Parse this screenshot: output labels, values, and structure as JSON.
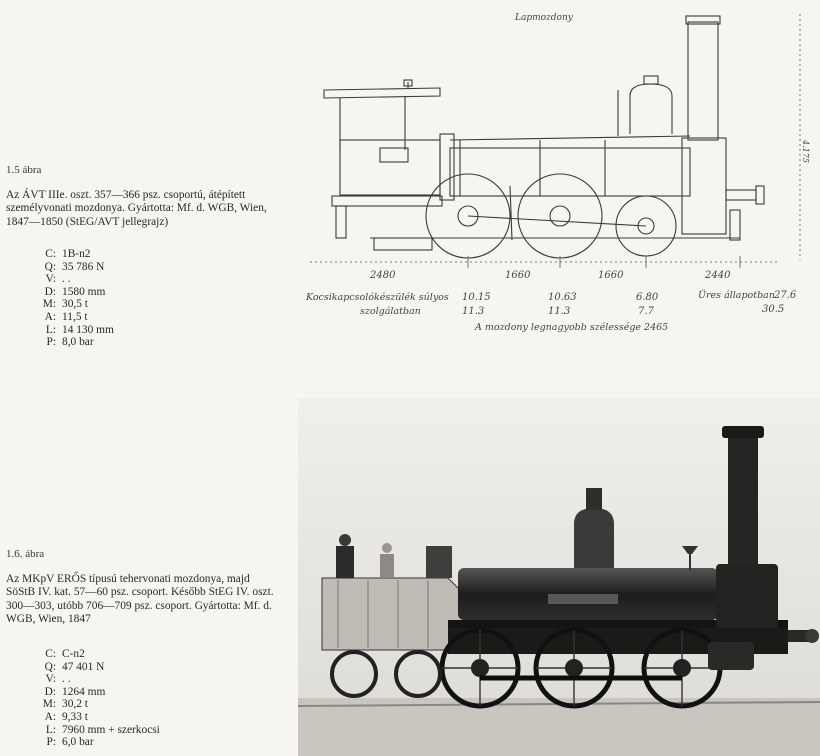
{
  "fig1": {
    "number": "1.5 ábra",
    "caption": "Az ÁVT IIIe. oszt. 357—366 psz. csoportú, átépített személyvonati mozdonya. Gyártotta: Mf. d. WGB, Wien, 1847—1850 (StEG/AVT jellegrajz)",
    "specs": [
      {
        "k": "C:",
        "v": "1B-n2"
      },
      {
        "k": "Q:",
        "v": "35 786 N"
      },
      {
        "k": "V:",
        "v": ". ."
      },
      {
        "k": "D:",
        "v": "1580 mm"
      },
      {
        "k": "M:",
        "v": "30,5 t"
      },
      {
        "k": "A:",
        "v": "11,5 t"
      },
      {
        "k": "L:",
        "v": "14 130 mm"
      },
      {
        "k": "P:",
        "v": "8,0 bar"
      }
    ]
  },
  "drawing": {
    "dims": [
      "2480",
      "1660",
      "1660",
      "2440"
    ],
    "note_left": "Kocsikapcsolókészülék súlyos",
    "note_left2": "szolgálatban",
    "row1": [
      "10.15",
      "10.63",
      "6.80"
    ],
    "row2": [
      "11.3",
      "11.3",
      "7.7"
    ],
    "note_right": "Üres állapotban",
    "right_val1": "27.6",
    "right_val2": "30.5",
    "total": "A mozdony legnagyobb szélessége 2465",
    "top_label": "Lapmozdony",
    "height_label": "4.175"
  },
  "fig2": {
    "number": "1.6. ábra",
    "caption": "Az MKpV ERŐS típusú tehervonati mozdonya, majd SöStB IV. kat. 57—60 psz. csoport. Később StEG IV. oszt. 300—303, utóbb 706—709 psz. csoport. Gyártotta: Mf. d. WGB, Wien, 1847",
    "specs": [
      {
        "k": "C:",
        "v": "C-n2"
      },
      {
        "k": "Q:",
        "v": "47 401 N"
      },
      {
        "k": "V:",
        "v": ". ."
      },
      {
        "k": "D:",
        "v": "1264 mm"
      },
      {
        "k": "M:",
        "v": "30,2 t"
      },
      {
        "k": "A:",
        "v": "9,33 t"
      },
      {
        "k": "L:",
        "v": "7960 mm + szerkocsi"
      },
      {
        "k": "P:",
        "v": "6,0 bar"
      }
    ]
  }
}
